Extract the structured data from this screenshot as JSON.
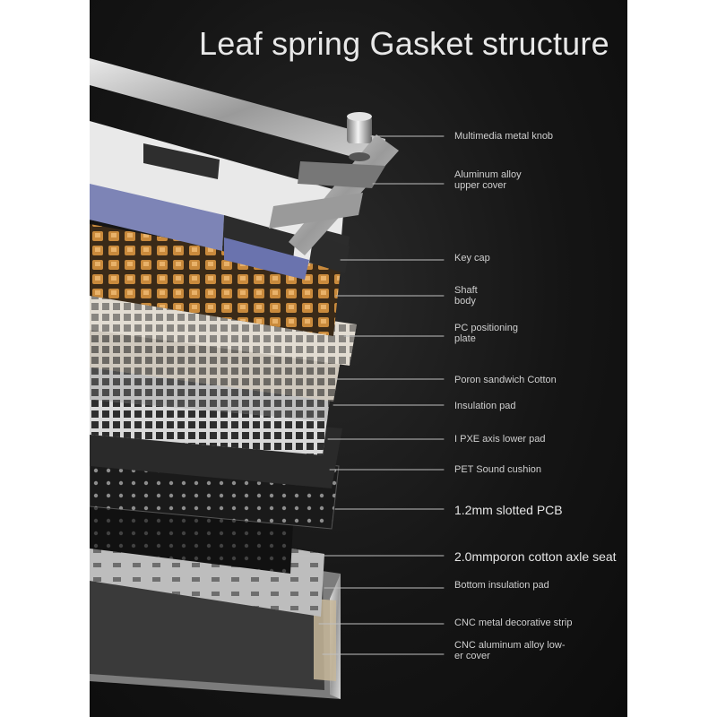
{
  "title": "Leaf spring Gasket structure",
  "layers": [
    {
      "name": "multimedia-knob",
      "lines": [
        "Multimedia metal knob"
      ],
      "size": "normal"
    },
    {
      "name": "upper-cover",
      "lines": [
        "Aluminum alloy",
        "upper cover"
      ],
      "size": "normal"
    },
    {
      "name": "key-cap",
      "lines": [
        "Key cap"
      ],
      "size": "normal"
    },
    {
      "name": "shaft-body",
      "lines": [
        "Shaft",
        "body"
      ],
      "size": "normal"
    },
    {
      "name": "pc-plate",
      "lines": [
        "PC positioning",
        "plate"
      ],
      "size": "normal"
    },
    {
      "name": "poron-sandwich",
      "lines": [
        "Poron sandwich Cotton"
      ],
      "size": "normal"
    },
    {
      "name": "insulation-pad",
      "lines": [
        "Insulation pad"
      ],
      "size": "normal"
    },
    {
      "name": "ixpe-pad",
      "lines": [
        "I PXE axis lower pad"
      ],
      "size": "normal"
    },
    {
      "name": "pet-cushion",
      "lines": [
        "PET Sound cushion"
      ],
      "size": "normal"
    },
    {
      "name": "pcb",
      "lines": [
        "1.2mm slotted PCB"
      ],
      "size": "big"
    },
    {
      "name": "axle-seat",
      "lines": [
        "2.0mmporon cotton axle seat"
      ],
      "size": "big"
    },
    {
      "name": "bottom-pad",
      "lines": [
        "Bottom insulation pad"
      ],
      "size": "normal"
    },
    {
      "name": "decor-strip",
      "lines": [
        "CNC metal decorative strip"
      ],
      "size": "normal"
    },
    {
      "name": "lower-cover",
      "lines": [
        "CNC aluminum alloy low-",
        "er cover"
      ],
      "size": "normal"
    }
  ]
}
